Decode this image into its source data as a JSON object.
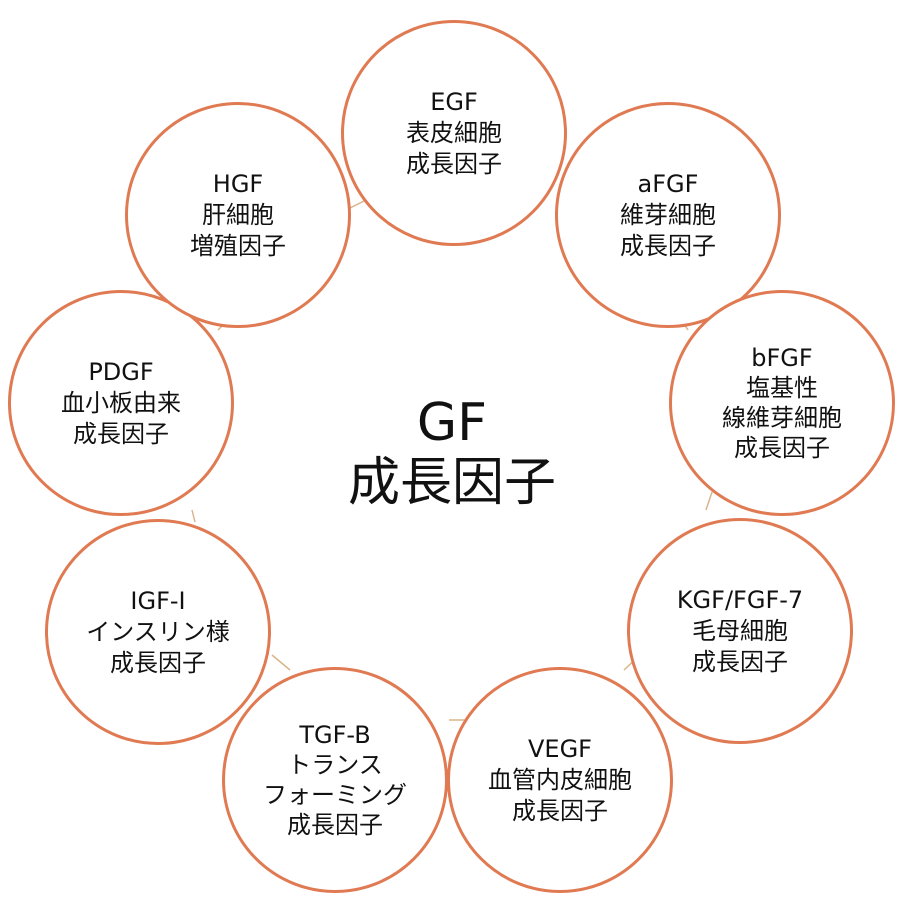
{
  "center": {
    "line1": "GF",
    "line2": "成長因子"
  },
  "nodes": [
    {
      "id": "egf",
      "lines": [
        "EGF",
        "表皮細胞",
        "成長因子"
      ]
    },
    {
      "id": "afgf",
      "lines": [
        "aFGF",
        "維芽細胞",
        "成長因子"
      ]
    },
    {
      "id": "bfgf",
      "lines": [
        "bFGF",
        "塩基性",
        "線維芽細胞",
        "成長因子"
      ]
    },
    {
      "id": "kgf",
      "lines": [
        "KGF/FGF-7",
        "毛母細胞",
        "成長因子"
      ]
    },
    {
      "id": "vegf",
      "lines": [
        "VEGF",
        "血管内皮細胞",
        "成長因子"
      ]
    },
    {
      "id": "tgfb",
      "lines": [
        "TGF-B",
        "トランス",
        "フォーミング",
        "成長因子"
      ]
    },
    {
      "id": "igf",
      "lines": [
        "IGF-I",
        "インスリン様",
        "成長因子"
      ]
    },
    {
      "id": "pdgf",
      "lines": [
        "PDGF",
        "血小板由来",
        "成長因子"
      ]
    },
    {
      "id": "hgf",
      "lines": [
        "HGF",
        "肝細胞",
        "増殖因子"
      ]
    }
  ],
  "colors": {
    "circle_border": "#e07a52",
    "connector": "#d9b48a"
  }
}
